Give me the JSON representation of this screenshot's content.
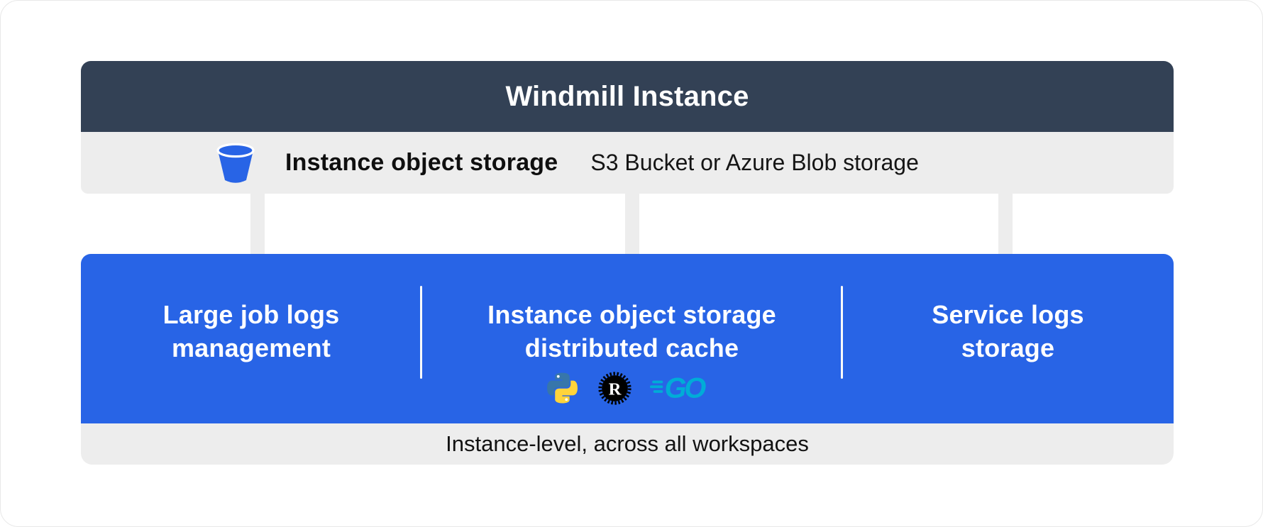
{
  "header": {
    "title": "Windmill Instance"
  },
  "storage_bar": {
    "icon": "bucket-icon",
    "label": "Instance object storage",
    "detail": "S3 Bucket or Azure Blob storage"
  },
  "columns": [
    {
      "line1": "Large job logs",
      "line2": "management"
    },
    {
      "line1": "Instance object storage",
      "line2": "distributed cache",
      "icons": [
        "python-logo",
        "rust-logo",
        "go-logo"
      ]
    },
    {
      "line1": "Service logs",
      "line2": "storage"
    }
  ],
  "footer": {
    "caption": "Instance-level, across all workspaces"
  },
  "icons": {
    "rust_letter": "R",
    "go_text": "GO"
  },
  "colors": {
    "header_bg": "#334155",
    "panel_gray": "#EDEDED",
    "accent_blue": "#2864E6",
    "arrow_gray": "#EDEDED",
    "python_blue": "#3776AB",
    "python_yellow": "#FFD43B",
    "rust_black": "#000000",
    "go_teal": "#00ACD7",
    "text_dark": "#121212",
    "text_light": "#FFFFFF"
  }
}
